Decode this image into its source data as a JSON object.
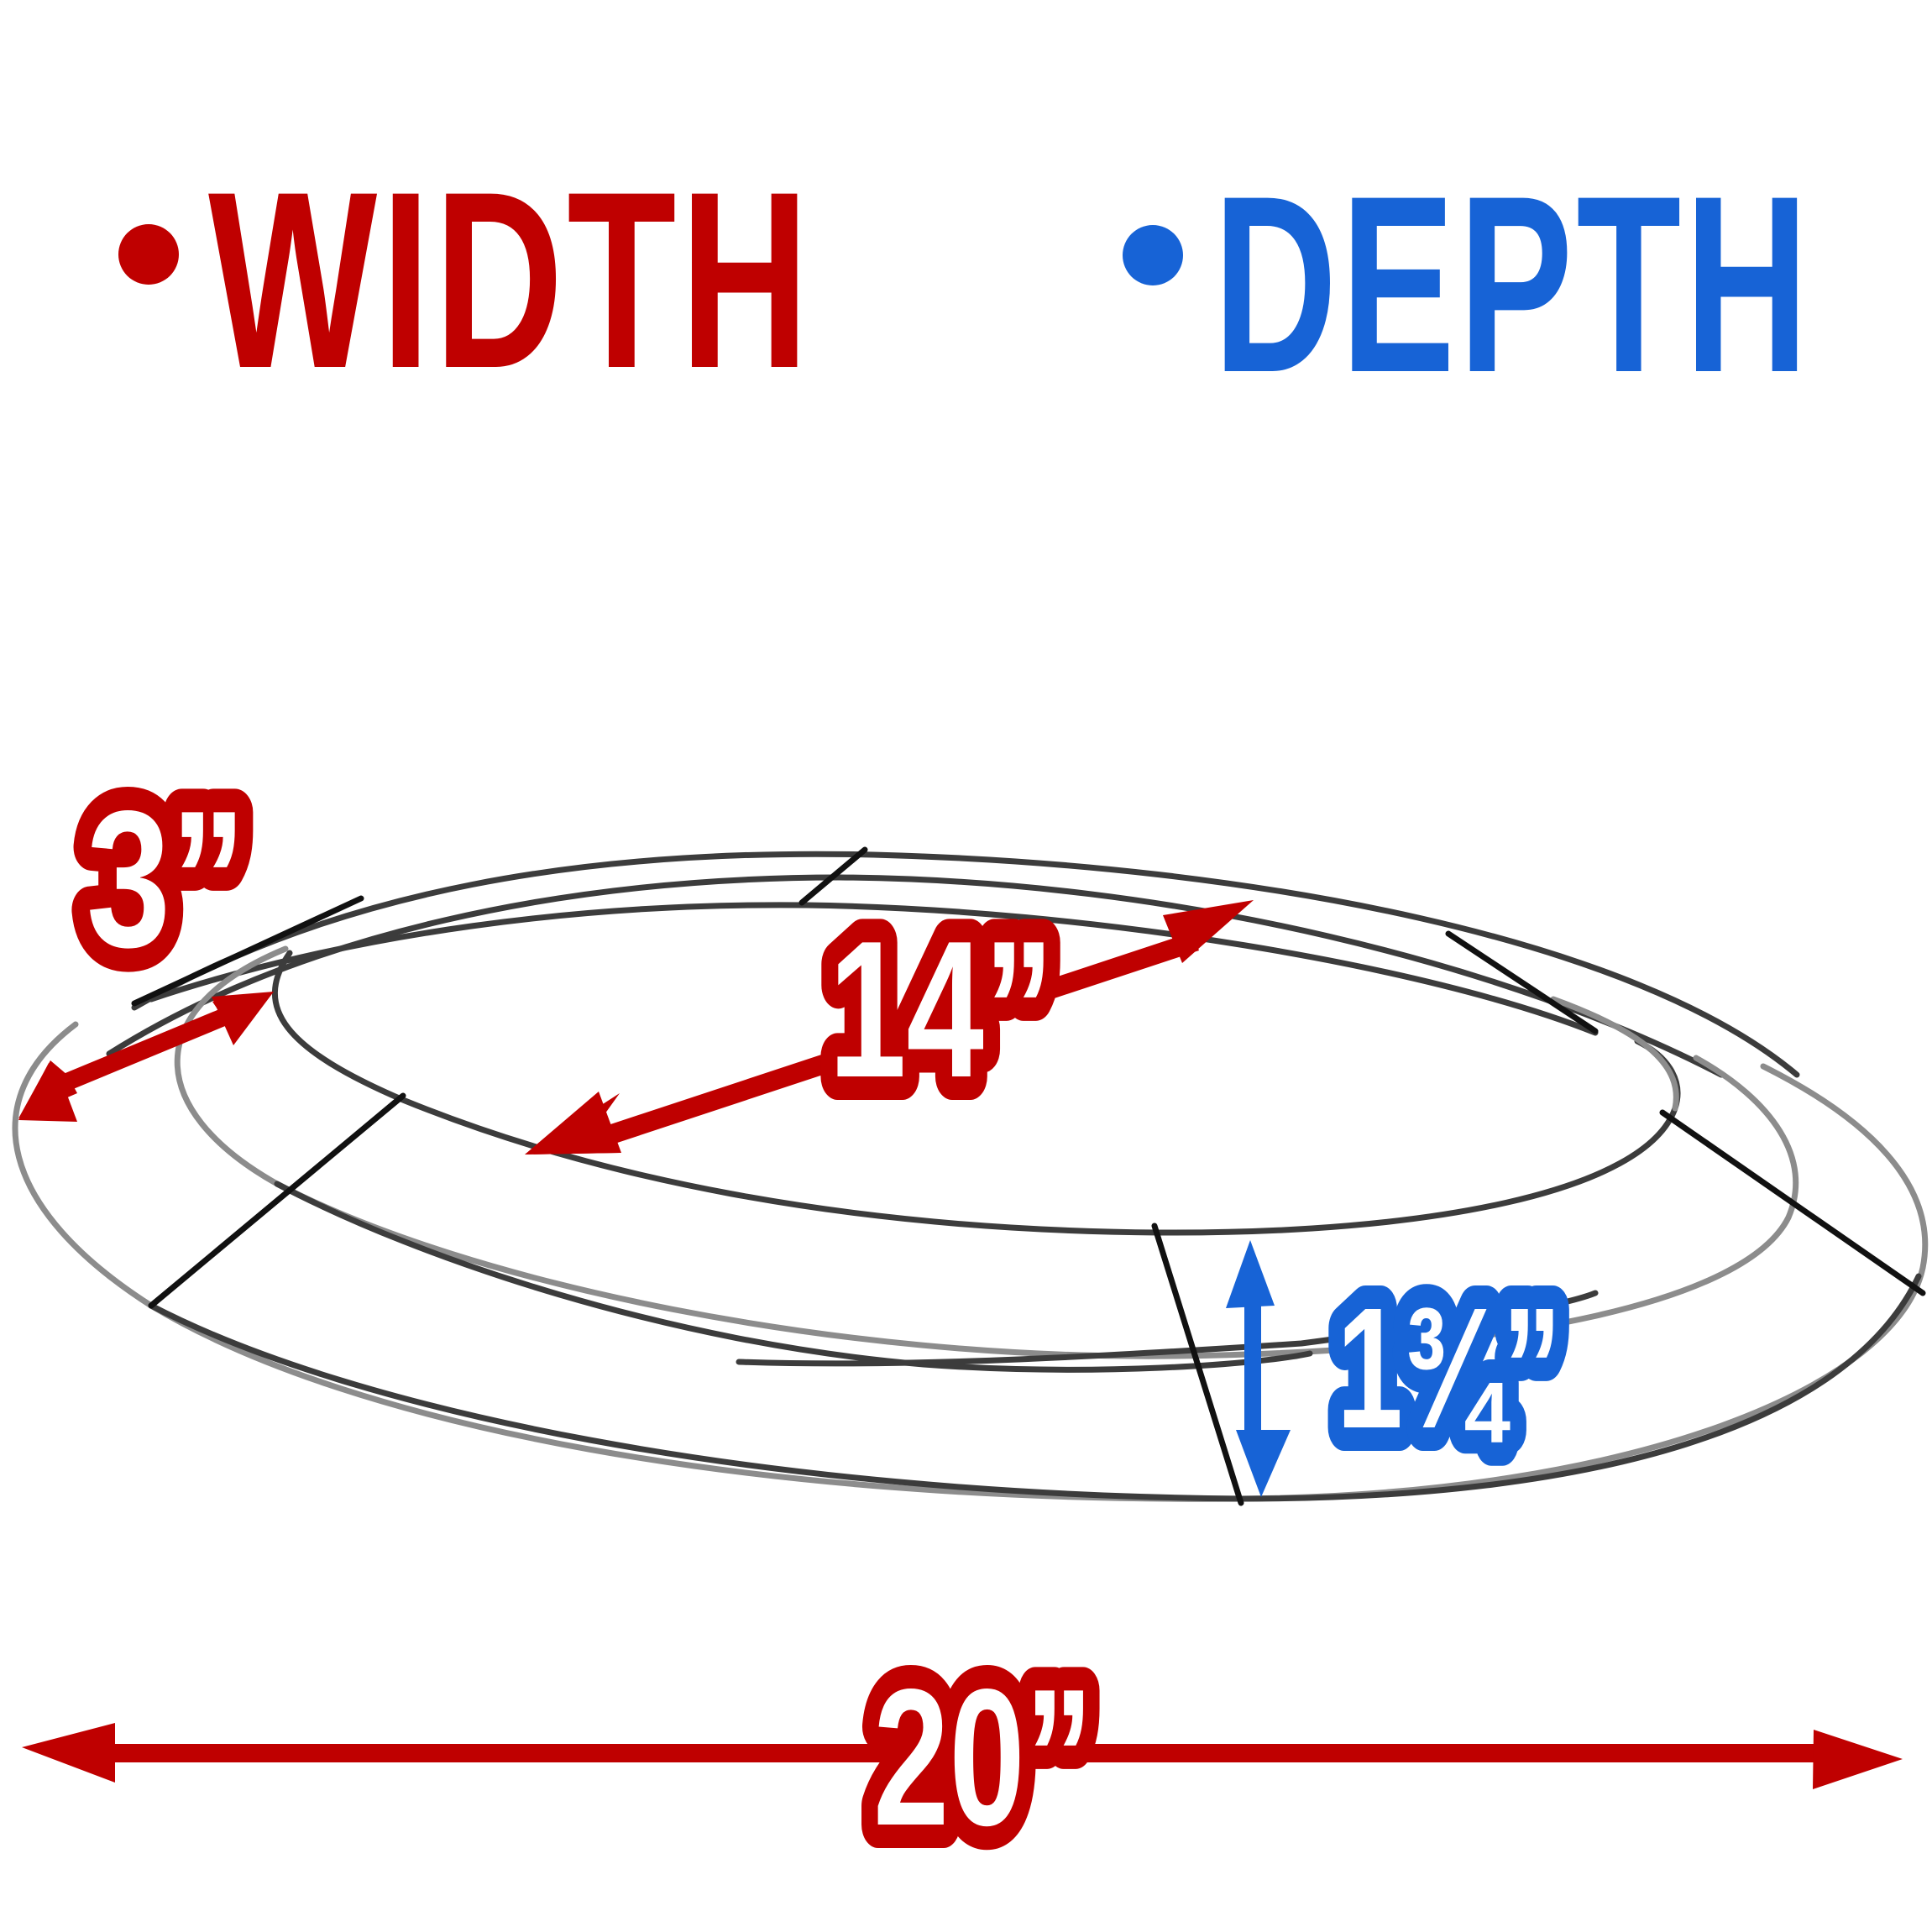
{
  "legend": {
    "width": {
      "label": "WIDTH",
      "color": "#bf0000"
    },
    "depth": {
      "label": "DEPTH",
      "color": "#1763d6"
    }
  },
  "dimensions": {
    "ring_width": {
      "label": "3”",
      "kind": "width",
      "value_in": 3
    },
    "inner_diameter": {
      "label": "14”",
      "kind": "width",
      "value_in": 14
    },
    "depth": {
      "label": "1¾”",
      "kind": "depth",
      "value_in": 1.75
    },
    "outer_diameter": {
      "label": "20”",
      "kind": "width",
      "value_in": 20
    }
  },
  "product": {
    "icon": "wire-wreath-frame-icon",
    "wire_color": "#3c3c3c"
  },
  "colors": {
    "width_red": "#bf0000",
    "depth_blue": "#1763d6",
    "background": "#ffffff"
  }
}
